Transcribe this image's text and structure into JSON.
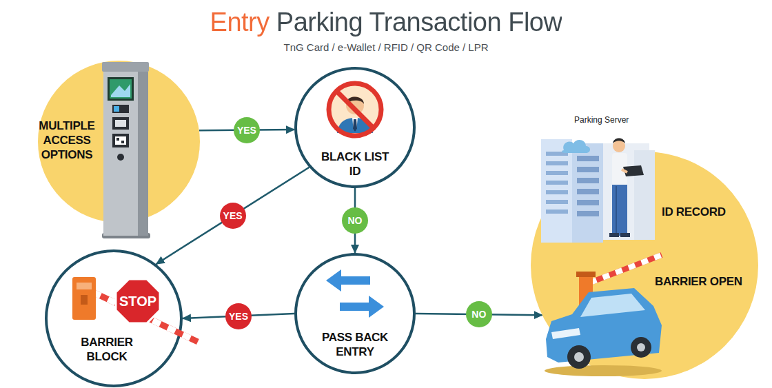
{
  "diagram": {
    "title": "Entry Parking Transaction Flow",
    "caption": "TnG Card / e-Wallet / RFID / QR Code / LPR",
    "nodes": [
      {
        "text": [
          "MULTIPLE ACCESS OPTIONS"
        ]
      },
      {
        "text": [
          "BLACK LIST ID"
        ]
      },
      {
        "text": [
          "PASS BACK ENTRY"
        ]
      },
      {
        "text": [
          "BARRIER BLOCK"
        ]
      },
      {
        "text": [
          "ID RECORD",
          "BARRIER OPEN"
        ]
      }
    ],
    "edges": [
      {
        "from": 0,
        "to": 1,
        "label": "YES",
        "arrow": "to"
      },
      {
        "from": 1,
        "to": 3,
        "label": "YES",
        "arrow": "to"
      },
      {
        "from": 1,
        "to": 2,
        "label": "NO",
        "arrow": "to"
      },
      {
        "from": 2,
        "to": 3,
        "label": "YES",
        "arrow": "to"
      },
      {
        "from": 2,
        "to": 4,
        "label": "NO",
        "arrow": "to"
      }
    ],
    "labels": [
      "Parking Server",
      "STOP"
    ]
  }
}
